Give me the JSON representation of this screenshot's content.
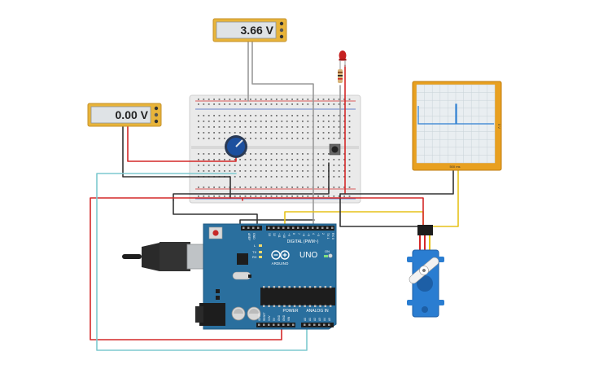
{
  "multimeter_top": {
    "reading": "3.66 V"
  },
  "multimeter_left": {
    "reading": "0.00 V"
  },
  "oscilloscope": {
    "time_label": "500 ms",
    "side_label": "5 V"
  },
  "arduino": {
    "model": "UNO",
    "brand": "ARDUINO",
    "digital_label": "DIGITAL (PWM~)",
    "analog_label": "ANALOG IN",
    "power_label": "POWER",
    "tx_label": "TX",
    "rx_label": "RX",
    "on_label": "ON",
    "l_label": "L",
    "ioref_label": "IOREF",
    "reset_label": "RESET",
    "v33_label": "3.3V",
    "v5_label": "5V",
    "gnd_label": "GND",
    "vin_label": "VIN",
    "aref_label": "AREF",
    "a_labels": [
      "A0",
      "A1",
      "A2",
      "A3",
      "A4",
      "A5"
    ],
    "d_labels": [
      "13",
      "12",
      "~11",
      "~10",
      "~9",
      "8",
      "7",
      "~6",
      "~5",
      "4",
      "~3",
      "2",
      "TX 1",
      "RX 0"
    ]
  },
  "colors": {
    "wire_red": "#d42828",
    "wire_black": "#333333",
    "wire_gray": "#999999",
    "wire_yellow": "#e6c21a",
    "wire_teal": "#7dc9cf",
    "board_blue": "#2a6f9e",
    "meter_body": "#e8b43a",
    "scope_body": "#e8a020"
  }
}
